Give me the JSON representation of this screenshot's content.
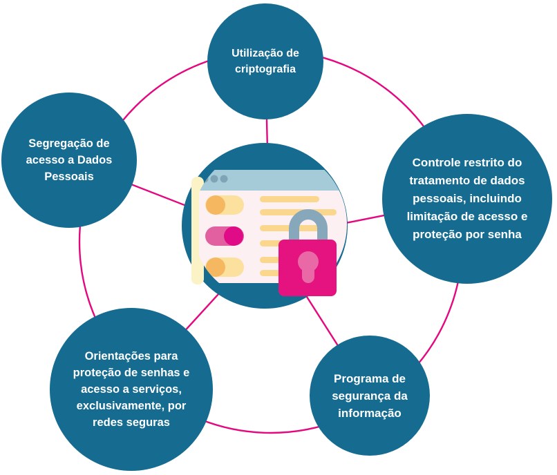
{
  "diagram": {
    "nodes": [
      {
        "id": "utilizacao-criptografia",
        "label": "Utilização de criptografia"
      },
      {
        "id": "segregacao-acesso",
        "label": "Segregação de acesso a Dados Pessoais"
      },
      {
        "id": "controle-restrito",
        "label": "Controle restrito do tratamento de dados pessoais, incluindo limitação de acesso e proteção por senha"
      },
      {
        "id": "orientacoes-senhas",
        "label": "Orientações para proteção de senhas e acesso a serviços, exclusivamente, por redes seguras"
      },
      {
        "id": "programa-seguranca",
        "label": "Programa de segurança da informação"
      }
    ],
    "center_icon": "browser-window-with-padlock",
    "colors": {
      "node_fill": "#156B90",
      "node_text": "#FFFFFF",
      "connector": "#E5077E",
      "window_titlebar": "#A6CBD8",
      "window_dots": "#7FA4B6",
      "window_body": "#FCF0F2",
      "window_side_strip": "#FBF2C5",
      "toggle_track_yellow": "#FCE09E",
      "toggle_knob_orange": "#F5B75F",
      "toggle_track_pink": "#E2609F",
      "toggle_knob_magenta": "#E00B86",
      "text_line_yellow": "#FAD78D",
      "lock_shackle": "#87A8BA",
      "lock_body": "#E5137F",
      "lock_keyhole": "#E869A6"
    },
    "node_bg_style": "background-color:#156B90"
  }
}
